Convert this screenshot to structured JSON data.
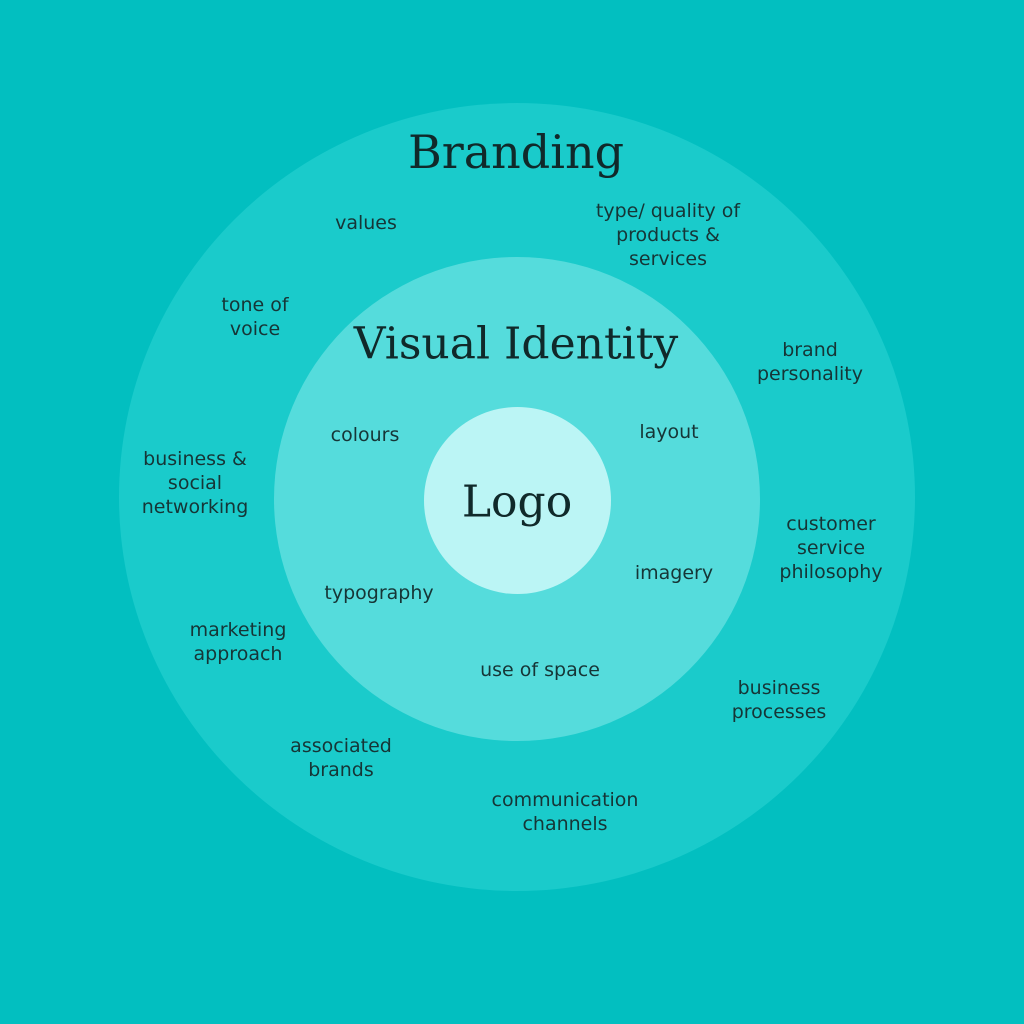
{
  "colors": {
    "background": "#02BFC0",
    "outer_ring": "#1ACBCB",
    "middle_ring": "#55DCDC",
    "inner_circle": "#BBF5F5",
    "text": "#163536"
  },
  "outer": {
    "title": "Branding",
    "items": [
      "values",
      "type/ quality of\nproducts &\nservices",
      "tone of\nvoice",
      "brand\npersonality",
      "business &\nsocial\nnetworking",
      "customer\nservice\nphilosophy",
      "marketing\napproach",
      "business\nprocesses",
      "associated\nbrands",
      "communication\nchannels"
    ]
  },
  "middle": {
    "title": "Visual Identity",
    "items": [
      "colours",
      "layout",
      "typography",
      "imagery",
      "use of space"
    ]
  },
  "inner": {
    "title": "Logo"
  }
}
